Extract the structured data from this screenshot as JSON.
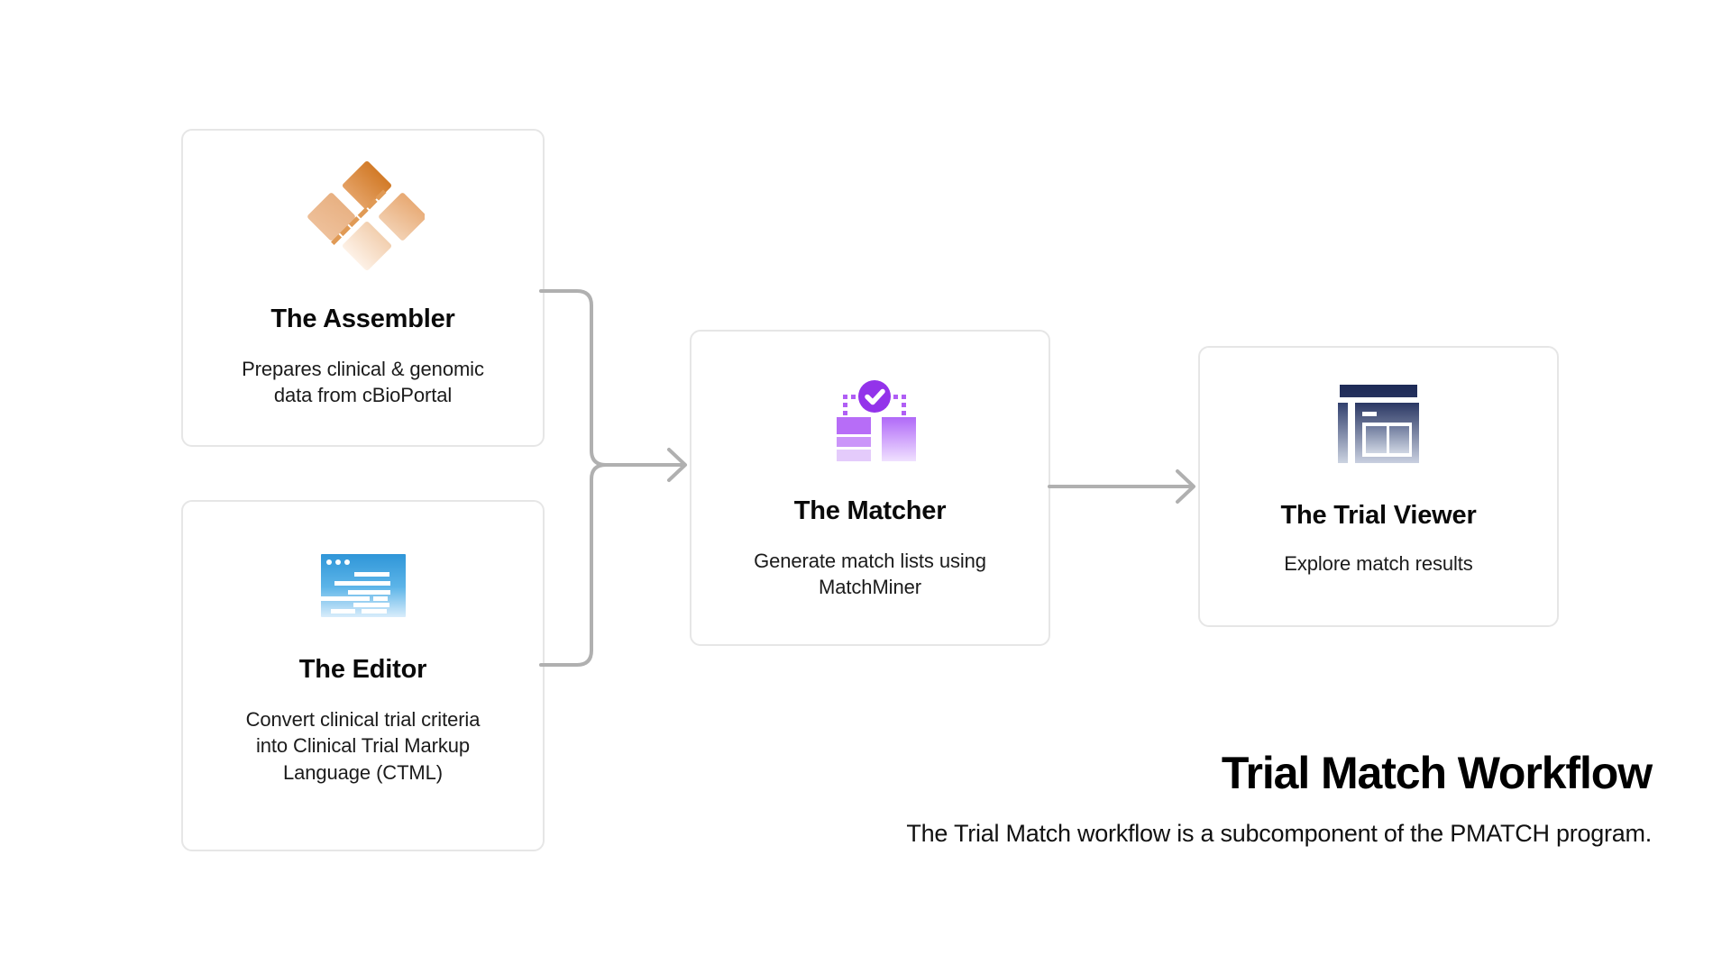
{
  "diagram": {
    "title": "Trial Match Workflow",
    "subtitle": "The Trial Match workflow is a subcomponent of the PMATCH program.",
    "background_color": "#ffffff",
    "card_border_color": "#e6e6e6",
    "connector_color": "#b0b0b0"
  },
  "nodes": [
    {
      "id": "assembler",
      "title": "The Assembler",
      "description": "Prepares clinical & genomic\ndata from cBioPortal",
      "icon": "four-diamonds-icon",
      "icon_colors": {
        "from": "#d98338",
        "to": "#fbe9d7"
      }
    },
    {
      "id": "editor",
      "title": "The Editor",
      "description": "Convert clinical trial criteria\ninto Clinical Trial Markup\nLanguage (CTML)",
      "icon": "code-window-icon",
      "icon_colors": {
        "from": "#2e9bdf",
        "to": "#dcefff"
      }
    },
    {
      "id": "matcher",
      "title": "The Matcher",
      "description": "Generate match lists using\nMatchMiner",
      "icon": "match-check-bars-icon",
      "icon_colors": {
        "from": "#a855f7",
        "to": "#f0ddff",
        "badge": "#9333ea"
      }
    },
    {
      "id": "viewer",
      "title": "The Trial Viewer",
      "description": "Explore match results",
      "icon": "dashboard-layout-icon",
      "icon_colors": {
        "from": "#22305e",
        "to": "#c6cede"
      }
    }
  ],
  "connectors": [
    {
      "id": "assembler-editor-to-matcher",
      "type": "merge-arrow"
    },
    {
      "id": "matcher-to-viewer",
      "type": "straight-arrow"
    }
  ]
}
